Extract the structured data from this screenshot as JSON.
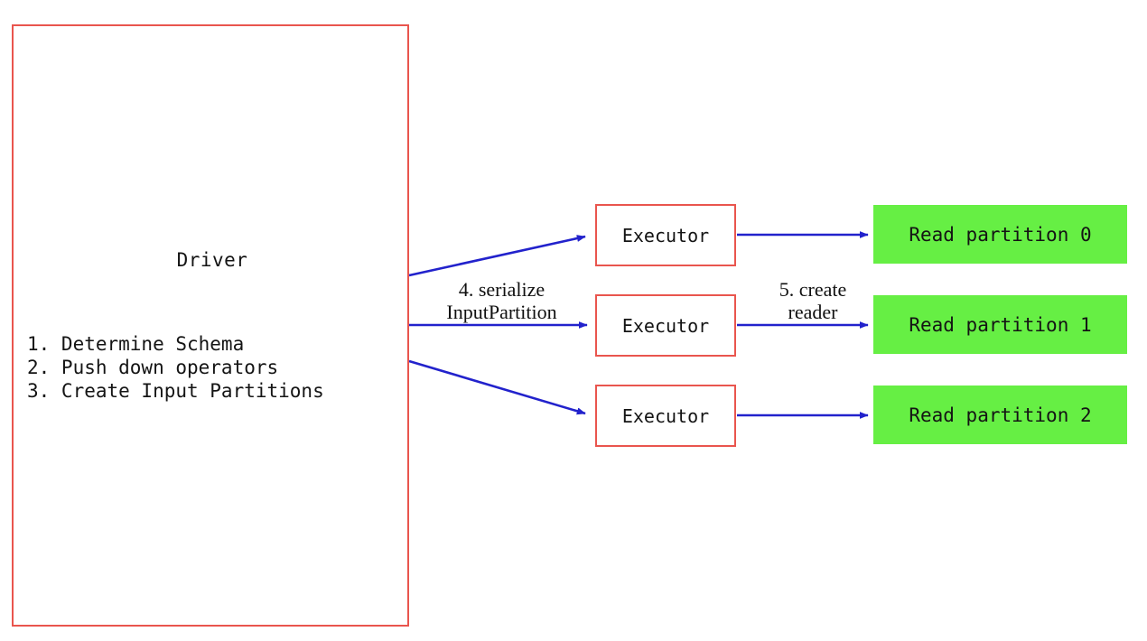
{
  "diagram": {
    "title_semantic": "spark-datasource-v2-read-flow",
    "colors": {
      "box_border_red": "#e9554e",
      "arrow_blue": "#2222cc",
      "partition_green": "#66ef44",
      "text_black": "#141414",
      "background": "#ffffff"
    },
    "driver": {
      "title": "Driver",
      "steps": [
        "1. Determine Schema",
        "2. Push down operators",
        "3. Create Input Partitions"
      ],
      "steps_block": "1. Determine Schema\n2. Push down operators\n3. Create Input Partitions"
    },
    "executors": [
      {
        "label": "Executor"
      },
      {
        "label": "Executor"
      },
      {
        "label": "Executor"
      }
    ],
    "partitions": [
      {
        "label": "Read partition 0"
      },
      {
        "label": "Read partition 1"
      },
      {
        "label": "Read partition 2"
      }
    ],
    "edge_labels": {
      "driver_to_executor": "4. serialize\nInputPartition",
      "driver_to_executor_line1": "4. serialize",
      "driver_to_executor_line2": "InputPartition",
      "executor_to_partition": "5. create\nreader",
      "executor_to_partition_line1": "5. create",
      "executor_to_partition_line2": "reader"
    }
  }
}
